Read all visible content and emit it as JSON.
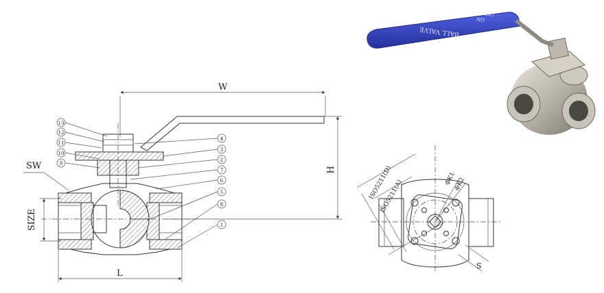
{
  "dimensions": {
    "width_label": "W",
    "height_label": "H",
    "length_label": "L",
    "size_label": "SIZE",
    "sw_label": "SW",
    "s_label": "S"
  },
  "callouts": [
    "13",
    "12",
    "11",
    "10",
    "9",
    "4",
    "3",
    "2",
    "7",
    "6",
    "5",
    "8",
    "1"
  ],
  "flange": {
    "iso_d": "ISO5211(D)",
    "iso_a": "ISO5211(A)",
    "k1": "ΦK1",
    "k2": "ΦK2"
  },
  "photo": {
    "handle_text": "BALL VALVE",
    "on_text": "ON",
    "off_text": "OFF"
  },
  "colors": {
    "handle": "#2f3fb8",
    "body_metal": "#b9b4aa",
    "line": "#333333"
  }
}
